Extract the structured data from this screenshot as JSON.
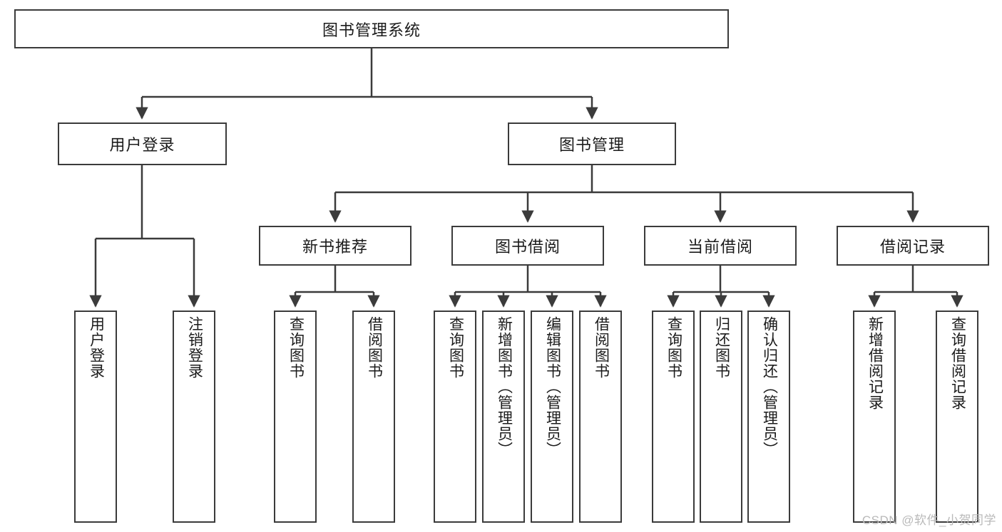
{
  "diagram": {
    "type": "tree",
    "title": "图书管理系统",
    "stroke_color": "#3b3b3b",
    "background_color": "#ffffff",
    "text_color": "#1b1b1b",
    "root": {
      "label": "图书管理系统"
    },
    "level1": [
      {
        "label": "用户登录"
      },
      {
        "label": "图书管理"
      }
    ],
    "level2": [
      {
        "label": "新书推荐"
      },
      {
        "label": "图书借阅"
      },
      {
        "label": "当前借阅"
      },
      {
        "label": "借阅记录"
      }
    ],
    "leaves": {
      "user_login": [
        {
          "label": "用户登录"
        },
        {
          "label": "注销登录"
        }
      ],
      "new_book_recommend": [
        {
          "label": "查询图书"
        },
        {
          "label": "借阅图书"
        }
      ],
      "book_borrow": [
        {
          "label": "查询图书"
        },
        {
          "label": "新增图书（管理员）"
        },
        {
          "label": "编辑图书（管理员）"
        },
        {
          "label": "借阅图书"
        }
      ],
      "current_borrow": [
        {
          "label": "查询图书"
        },
        {
          "label": "归还图书"
        },
        {
          "label": "确认归还（管理员）"
        }
      ],
      "borrow_record": [
        {
          "label": "新增借阅记录"
        },
        {
          "label": "查询借阅记录"
        }
      ]
    }
  },
  "watermark": {
    "text": "CSDN @软件_小贺同学",
    "color": "#b9b9b9"
  }
}
